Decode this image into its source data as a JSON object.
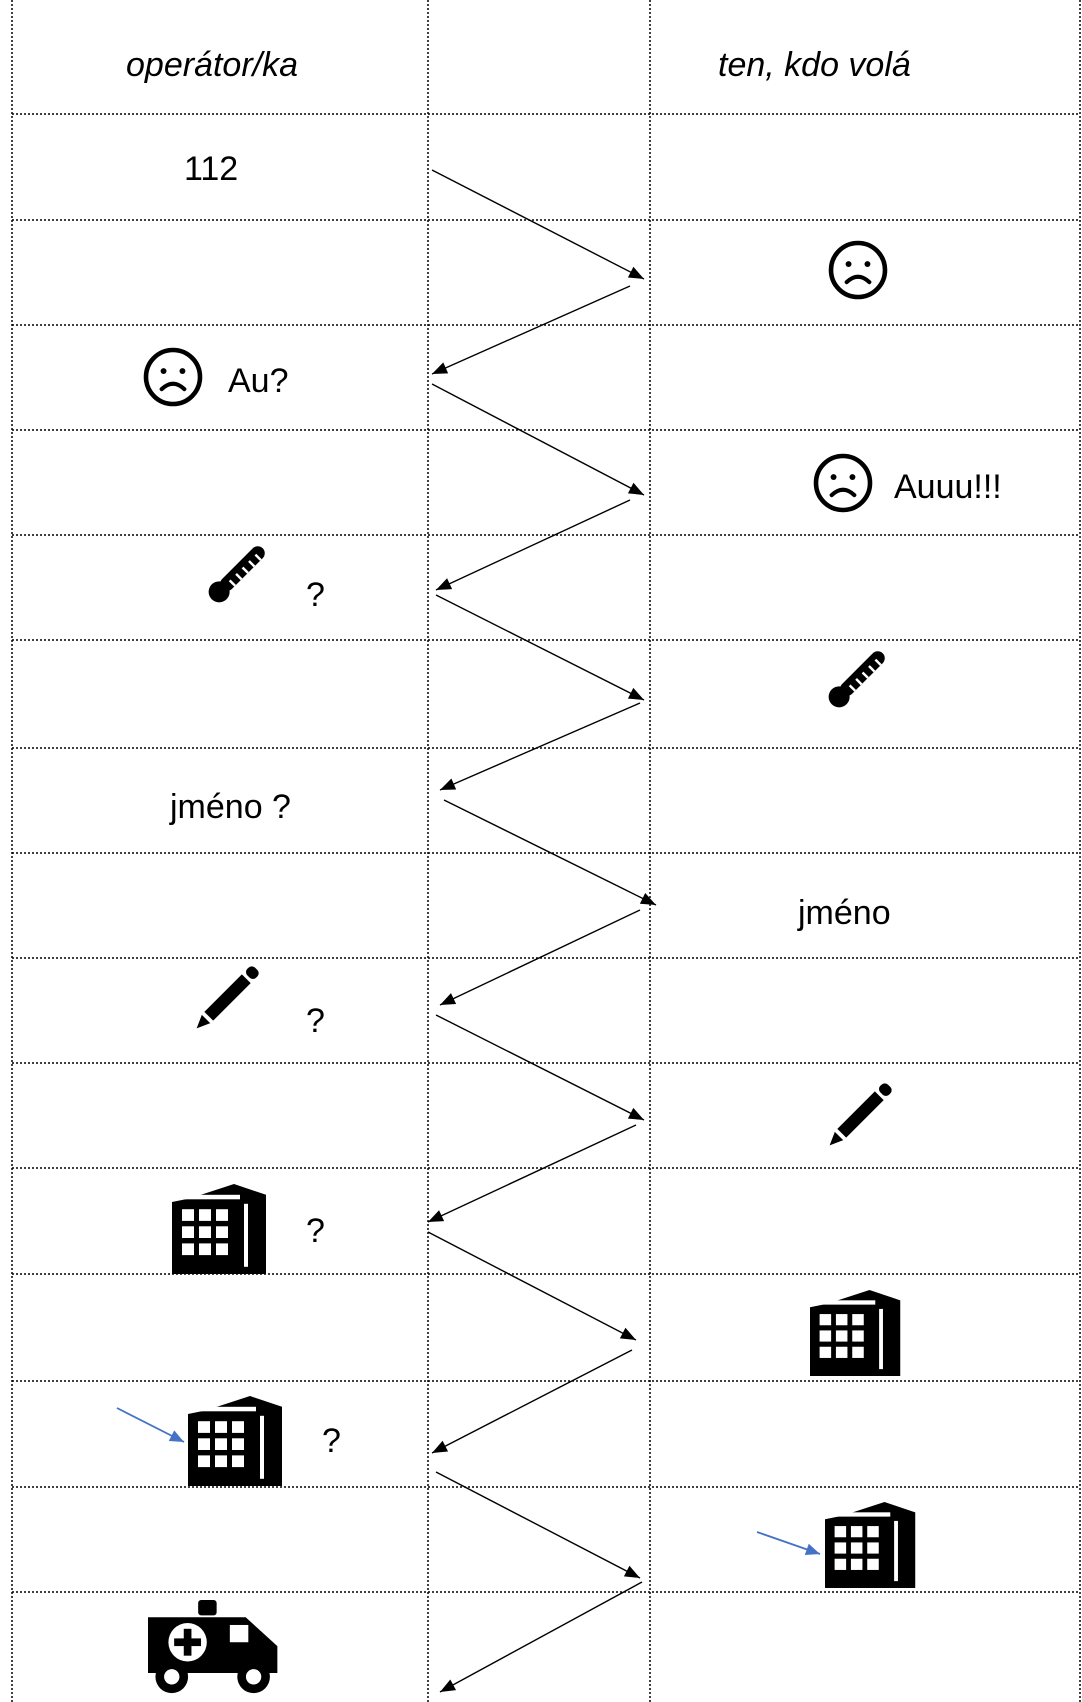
{
  "header": {
    "left": "operátor/ka",
    "right": "ten, kdo volá"
  },
  "rows": [
    {
      "side": "left",
      "text": "112",
      "icon": null
    },
    {
      "side": "right",
      "text": "",
      "icon": "sad-face-icon"
    },
    {
      "side": "left",
      "text": "Au?",
      "icon": "sad-face-icon"
    },
    {
      "side": "right",
      "text": "Auuu!!!",
      "icon": "sad-face-icon"
    },
    {
      "side": "left",
      "text": "?",
      "icon": "thermometer-icon"
    },
    {
      "side": "right",
      "text": "",
      "icon": "thermometer-icon"
    },
    {
      "side": "left",
      "text": "jméno ?",
      "icon": null
    },
    {
      "side": "right",
      "text": "jméno",
      "icon": null
    },
    {
      "side": "left",
      "text": "?",
      "icon": "pencil-icon"
    },
    {
      "side": "right",
      "text": "",
      "icon": "pencil-icon"
    },
    {
      "side": "left",
      "text": "?",
      "icon": "building-icon"
    },
    {
      "side": "right",
      "text": "",
      "icon": "building-icon"
    },
    {
      "side": "left",
      "text": "?",
      "icon": "building-with-arrow-icon"
    },
    {
      "side": "right",
      "text": "",
      "icon": "building-with-arrow-icon"
    },
    {
      "side": "left",
      "text": "",
      "icon": "ambulance-icon"
    }
  ],
  "colors": {
    "grid": "#000000",
    "arrow": "#000000",
    "pointer": "#4472c4"
  }
}
